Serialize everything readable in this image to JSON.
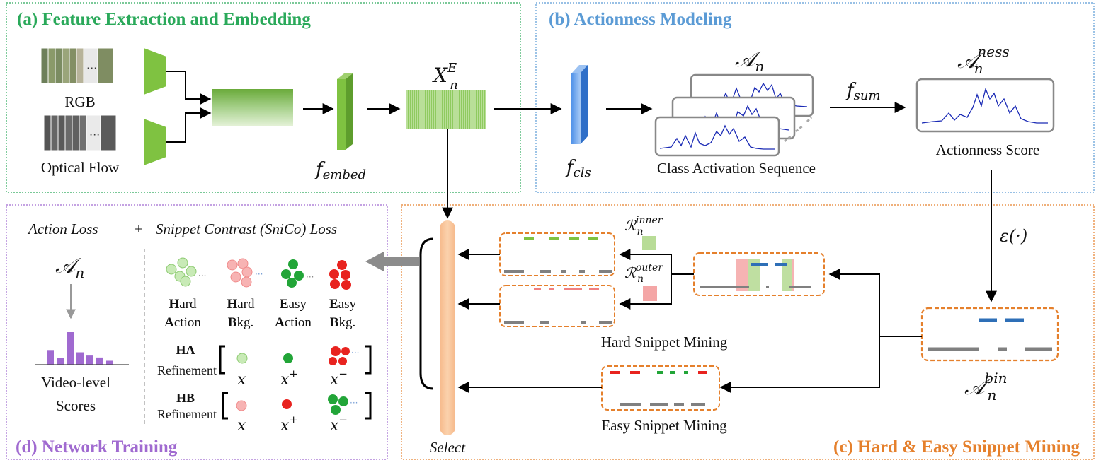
{
  "sections": {
    "a": "(a) Feature Extraction and Embedding",
    "b": "(b) Actionness Modeling",
    "c": "(c) Hard & Easy Snippet Mining",
    "d": "(d) Network Training"
  },
  "colors": {
    "a": "#2aa95a",
    "b": "#5b9bd5",
    "c": "#e5802c",
    "d": "#a06ad0",
    "green": "#7fc241",
    "light_green": "#b8dc97",
    "blue_curve": "#1a2ab5",
    "orange_bar": "#f8c898",
    "gray": "#808080",
    "red": "#e8231f",
    "pink": "#f4a6a6",
    "dark_green": "#22a538"
  },
  "feature": {
    "rgb": "RGB",
    "flow": "Optical Flow",
    "f_embed": "f",
    "f_embed_sub": "embed",
    "xe": "X",
    "xe_sub": "n",
    "xe_sup": "E"
  },
  "actionness": {
    "f_cls": "f",
    "f_cls_sub": "cls",
    "an": "𝒜",
    "an_sub": "n",
    "cas_caption": "Class Activation Sequence",
    "f_sum": "f",
    "f_sum_sub": "sum",
    "ness": "𝒜",
    "ness_sub": "n",
    "ness_sup": "ness",
    "score_caption": "Actionness Score"
  },
  "mining": {
    "epsilon": "ε(·)",
    "bin": "𝒜",
    "bin_sub": "n",
    "bin_sup": "bin",
    "r_inner": "ℛ",
    "r_inner_sub": "n",
    "r_inner_sup": "inner",
    "r_outer": "ℛ",
    "r_outer_sub": "n",
    "r_outer_sup": "outer",
    "hard_caption": "Hard Snippet Mining",
    "easy_caption": "Easy Snippet Mining",
    "select": "Select"
  },
  "training": {
    "action_loss": "Action Loss",
    "plus": "+",
    "snico_loss": "Snippet Contrast (SniCo) Loss",
    "an": "𝒜",
    "an_sub": "n",
    "video_level_1": "Video-level",
    "video_level_2": "Scores",
    "bar_values": [
      0.45,
      0.2,
      1.0,
      0.38,
      0.28,
      0.22,
      0.12
    ],
    "groups": [
      {
        "b1": "H",
        "t1": "ard",
        "b2": "A",
        "t2": "ction"
      },
      {
        "b1": "H",
        "t1": "ard",
        "b2": "B",
        "t2": "kg."
      },
      {
        "b1": "E",
        "t1": "asy",
        "b2": "A",
        "t2": "ction"
      },
      {
        "b1": "E",
        "t1": "asy",
        "b2": "B",
        "t2": "kg."
      }
    ],
    "ha_bold": "HA",
    "ha_sub": "Refinement",
    "hb_bold": "HB",
    "hb_sub": "Refinement",
    "x": "x",
    "x_plus": "+",
    "x_minus": "−",
    "dots": "···"
  }
}
